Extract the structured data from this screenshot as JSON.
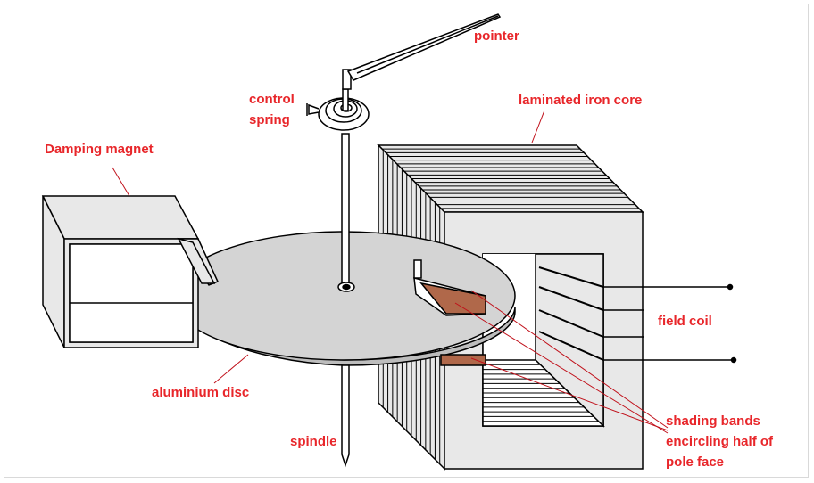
{
  "colors": {
    "label": "#e8262a",
    "leader": "#c0101a",
    "outline": "#000000",
    "steel_fill": "#e8e8e8",
    "disc_fill": "#d4d4d4",
    "shading_band": "#b0684a"
  },
  "labels": {
    "pointer": "pointer",
    "control_spring_line1": "control",
    "control_spring_line2": "spring",
    "laminated_iron_core": "laminated iron core",
    "damping_magnet": "Damping magnet",
    "field_coil": "field coil",
    "aluminium_disc": "aluminium disc",
    "spindle": "spindle",
    "shading_bands_line1": "shading bands",
    "shading_bands_line2": "encircling half of",
    "shading_bands_line3": "pole face"
  }
}
